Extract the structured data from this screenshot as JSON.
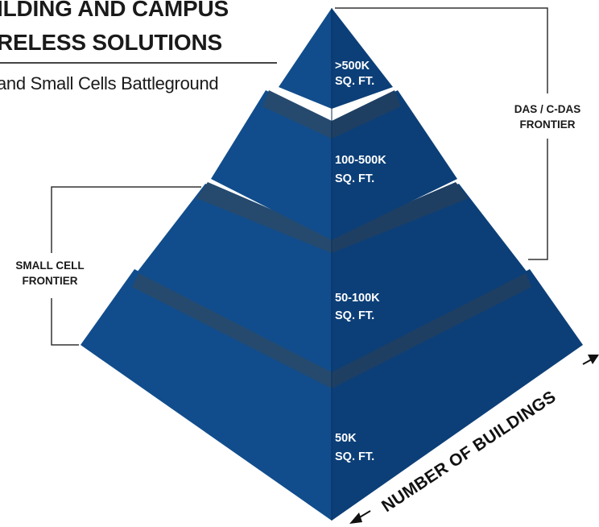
{
  "header": {
    "title_line1": "ILDING AND CAMPUS",
    "title_line2": "RELESS SOLUTIONS",
    "subtitle": "and Small Cells Battleground"
  },
  "pyramid": {
    "tiers": [
      {
        "line1": ">500K",
        "line2": "SQ. FT."
      },
      {
        "line1": "100-500K",
        "line2": "SQ. FT."
      },
      {
        "line1": "50-100K",
        "line2": "SQ. FT."
      },
      {
        "line1": "50K",
        "line2": "SQ. FT."
      }
    ]
  },
  "frontiers": {
    "das": {
      "line1": "DAS / C-DAS",
      "line2": "FRONTIER"
    },
    "small_cell": {
      "line1": "SMALL CELL",
      "line2": "FRONTIER"
    }
  },
  "axis": {
    "label": "NUMBER OF BUILDINGS"
  },
  "colors": {
    "left_face": "#114d8c",
    "right_face": "#0c3f78",
    "band_left": "#264a6e",
    "band_right": "#1f3f62",
    "edge": "#0a2f5a",
    "text_light": "#ffffff",
    "text_dark": "#1a1a1a"
  }
}
